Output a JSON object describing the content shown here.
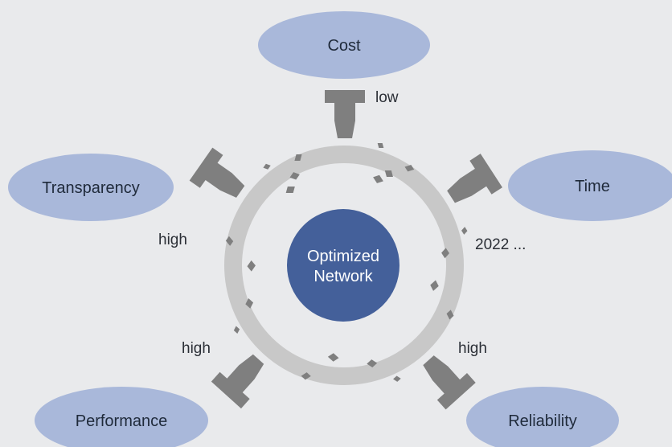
{
  "center": {
    "line1": "Optimized",
    "line2": "Network",
    "color": "#44609a"
  },
  "ring_color": "#c8c8c8",
  "node_color": "#a9b8da",
  "connector_color": "#7f7f7f",
  "nodes": [
    {
      "id": "cost",
      "label": "Cost",
      "value": "low"
    },
    {
      "id": "time",
      "label": "Time",
      "value": "2022 ..."
    },
    {
      "id": "reliability",
      "label": "Reliability",
      "value": "high"
    },
    {
      "id": "performance",
      "label": "Performance",
      "value": "high"
    },
    {
      "id": "transparency",
      "label": "Transparency",
      "value": "high"
    }
  ]
}
